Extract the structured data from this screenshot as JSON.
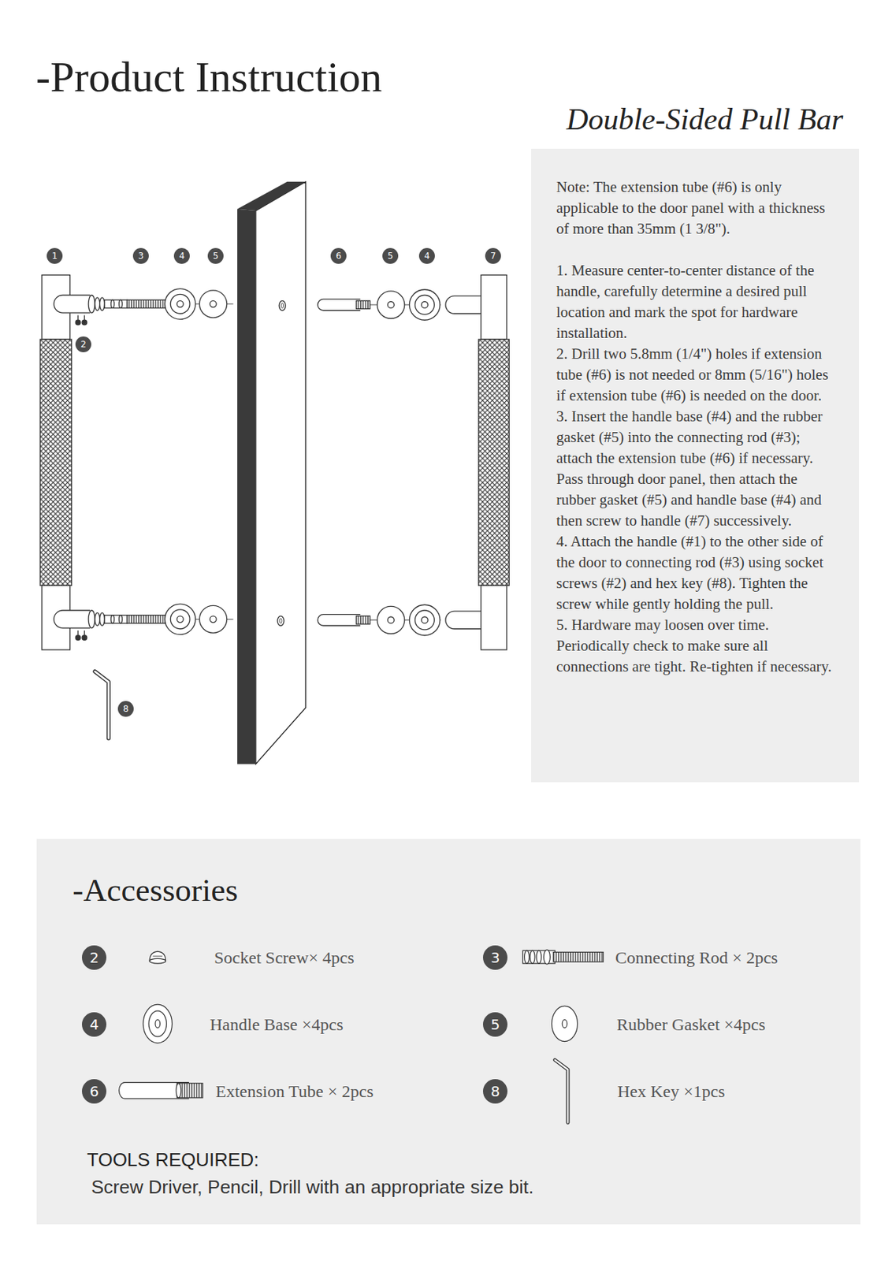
{
  "diagram": {
    "title": "-Product Instruction",
    "nodes": [
      {
        "text": [
          "1"
        ]
      },
      {
        "text": [
          "3"
        ]
      },
      {
        "text": [
          "4"
        ]
      },
      {
        "text": [
          "5"
        ]
      },
      {
        "text": [
          "6"
        ]
      },
      {
        "text": [
          "5"
        ]
      },
      {
        "text": [
          "4"
        ]
      },
      {
        "text": [
          "7"
        ]
      },
      {
        "text": [
          "2"
        ]
      },
      {
        "text": [
          "8"
        ]
      },
      {
        "text": [
          "Double-Sided Pull Bar",
          "Note: The extension tube (#6) is only applicable to the door panel with a thickness of more than 35mm (1 3/8\").",
          "1. Measure center-to-center distance of the handle, carefully determine a desired pull location and mark the spot for hardware installation.",
          "2. Drill two 5.8mm (1/4\") holes if extension tube (#6) is not needed or 8mm (5/16\") holes if extension tube (#6) is needed on the door.",
          "3. Insert the handle base (#4) and the rubber gasket (#5) into the connecting rod (#3); attach the extension tube (#6) if necessary. Pass through door panel, then attach the rubber gasket (#5) and handle base (#4) and then screw to handle (#7) successively.",
          "4. Attach the handle (#1) to the other side of the door to connecting rod (#3) using socket screws (#2) and hex key (#8). Tighten the screw while gently holding the pull.",
          "5. Hardware may loosen over time. Periodically check to make sure all connections are tight. Re-tighten if necessary."
        ]
      },
      {
        "text": [
          "-Accessories",
          "TOOLS REQUIRED:",
          "Screw Driver, Pencil, Drill with an appropriate size bit."
        ]
      },
      {
        "text": [
          "2"
        ],
        "in": 11
      },
      {
        "text": [
          "3"
        ],
        "in": 11
      },
      {
        "text": [
          "4"
        ],
        "in": 11
      },
      {
        "text": [
          "5"
        ],
        "in": 11
      },
      {
        "text": [
          "6"
        ],
        "in": 11
      },
      {
        "text": [
          "8"
        ],
        "in": 11
      }
    ],
    "labels": [
      "Socket Screw× 4pcs",
      "Connecting Rod × 2pcs",
      "Handle Base ×4pcs",
      "Rubber Gasket ×4pcs",
      "Extension Tube × 2pcs",
      "Hex Key ×1pcs"
    ]
  }
}
